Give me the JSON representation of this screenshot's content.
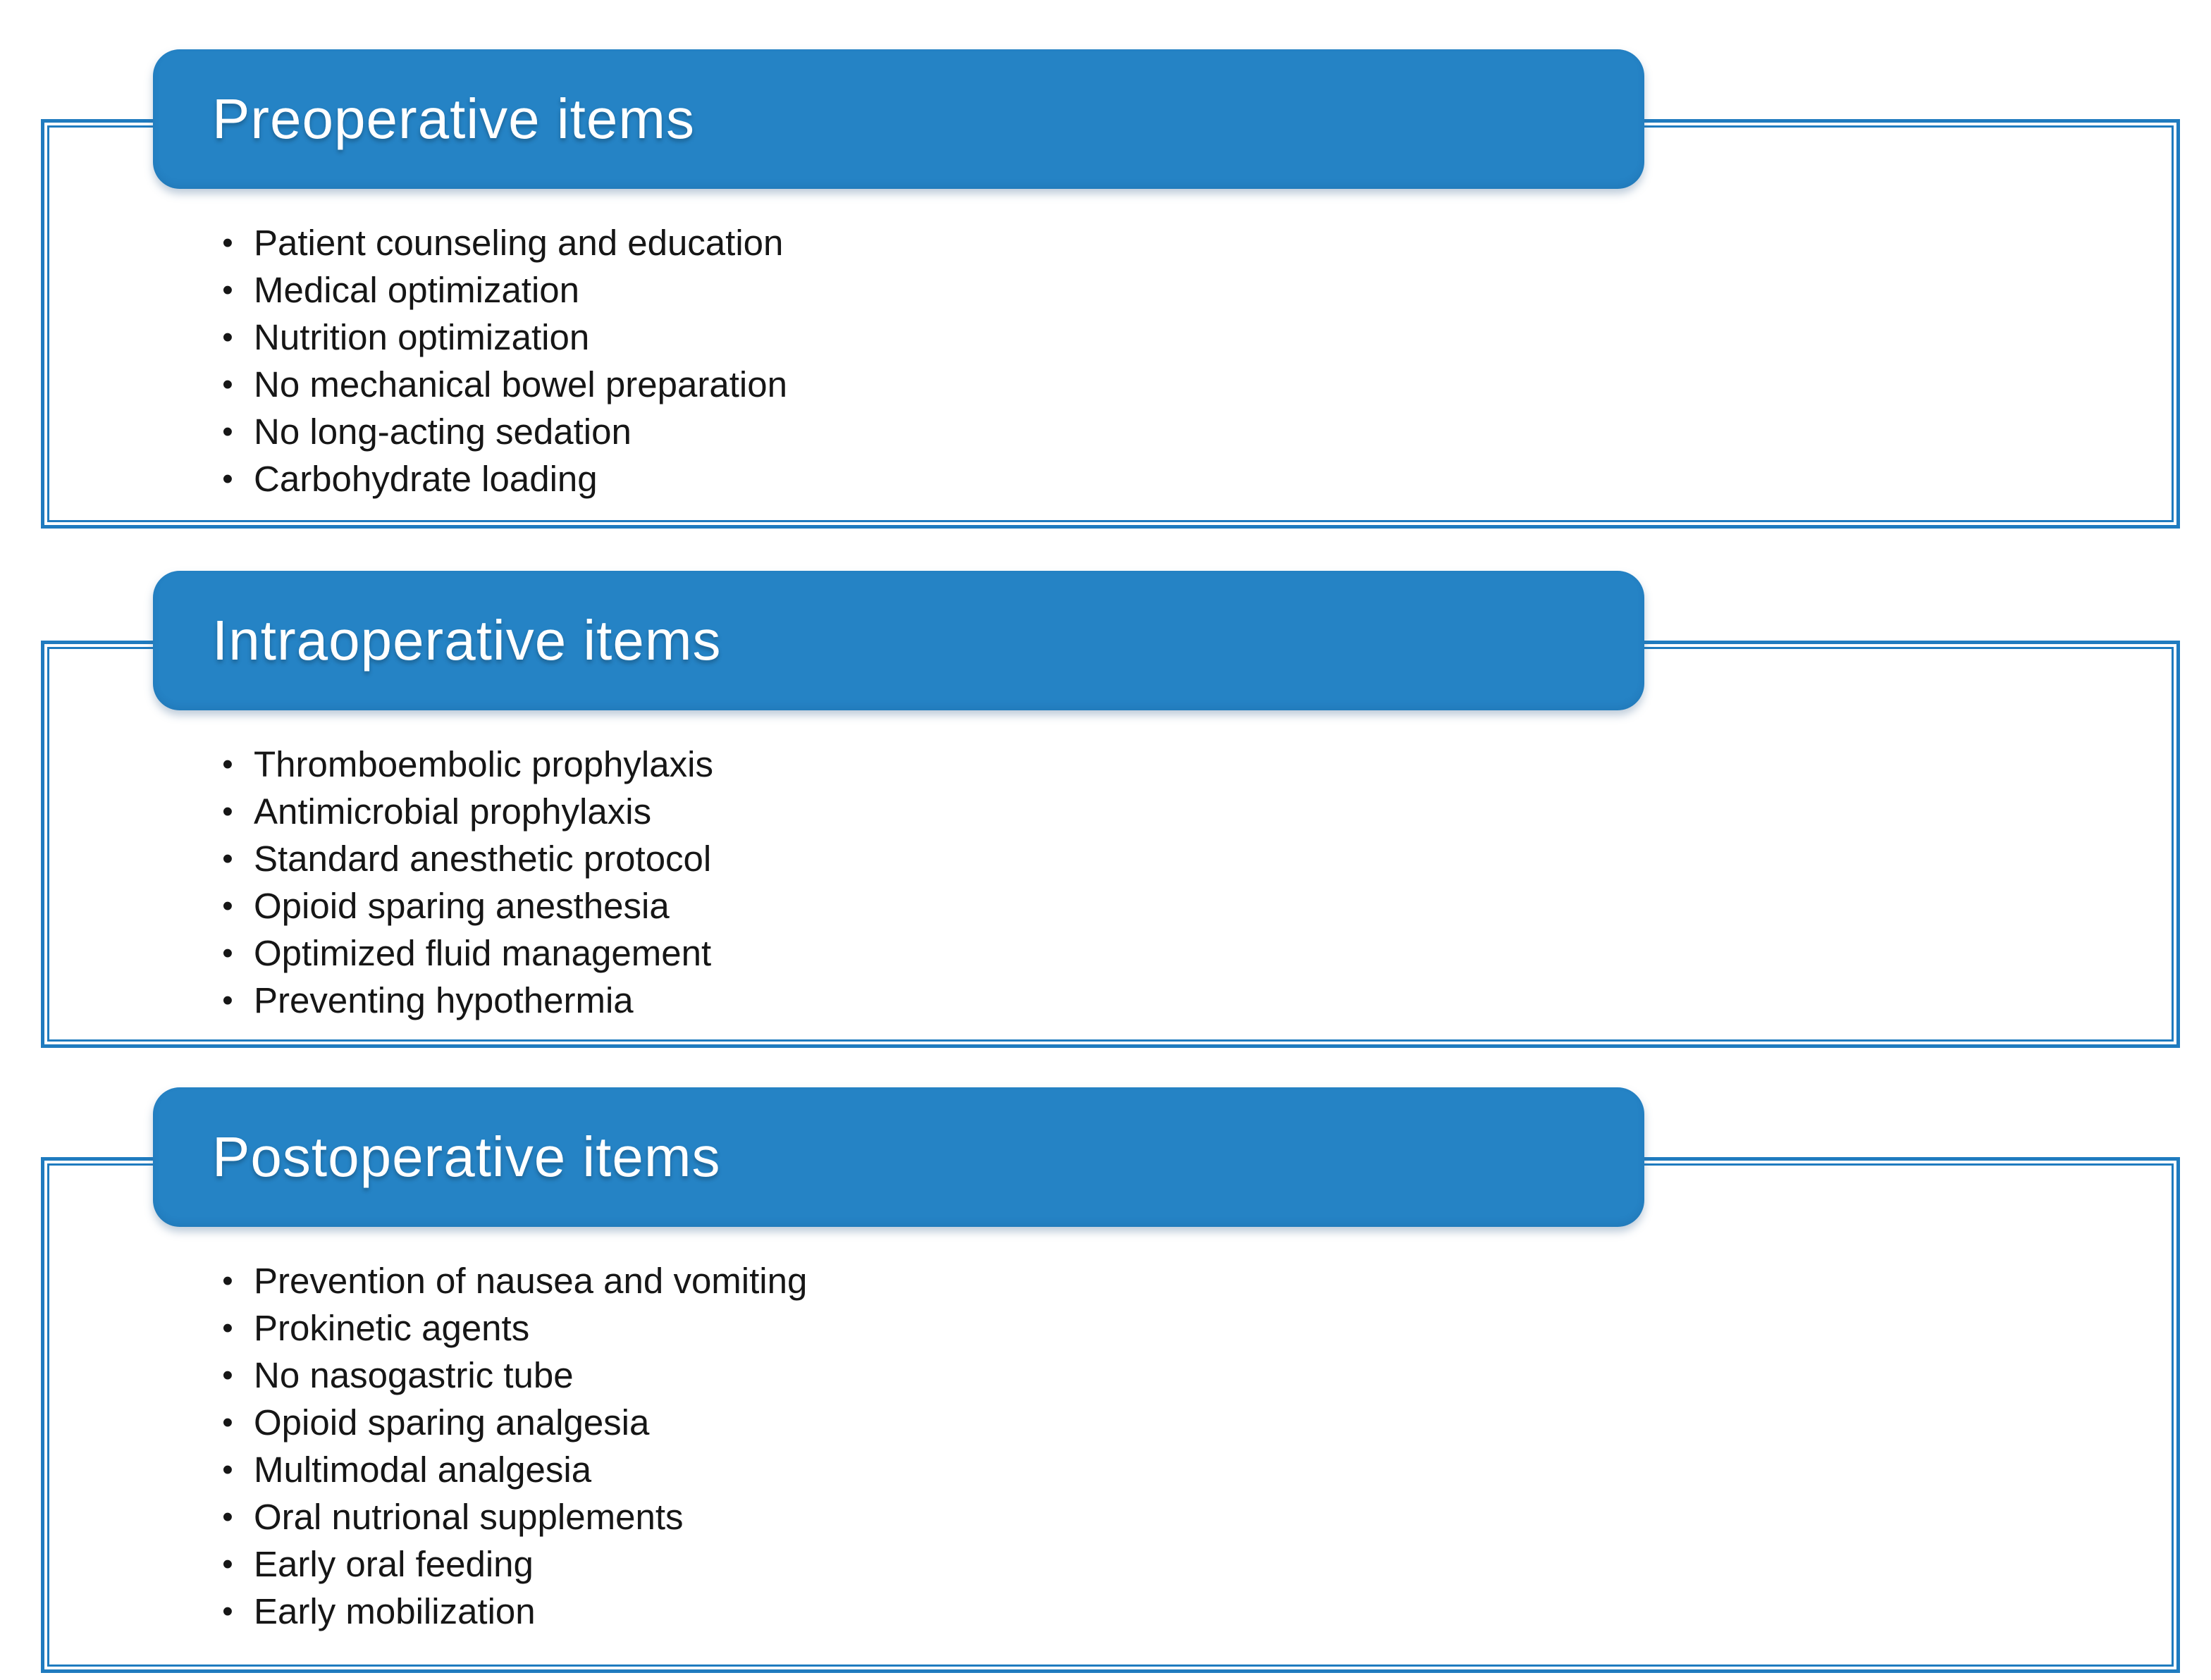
{
  "colors": {
    "accent_bar": "#2583c5",
    "accent_line": "#1f7bbf",
    "title_color": "#ffffff",
    "text_color": "#161616"
  },
  "sections": [
    {
      "title": "Preoperative items",
      "items": [
        "Patient counseling and education",
        "Medical optimization",
        "Nutrition optimization",
        "No mechanical bowel preparation",
        "No long-acting sedation",
        "Carbohydrate loading"
      ]
    },
    {
      "title": "Intraoperative items",
      "items": [
        "Thromboembolic prophylaxis",
        "Antimicrobial prophylaxis",
        "Standard anesthetic protocol",
        "Opioid sparing anesthesia",
        "Optimized fluid management",
        "Preventing hypothermia"
      ]
    },
    {
      "title": "Postoperative items",
      "items": [
        "Prevention of nausea and vomiting",
        "Prokinetic agents",
        "No nasogastric tube",
        "Opioid sparing analgesia",
        "Multimodal analgesia",
        "Oral nutrional supplements",
        "Early oral feeding",
        "Early mobilization"
      ]
    }
  ]
}
